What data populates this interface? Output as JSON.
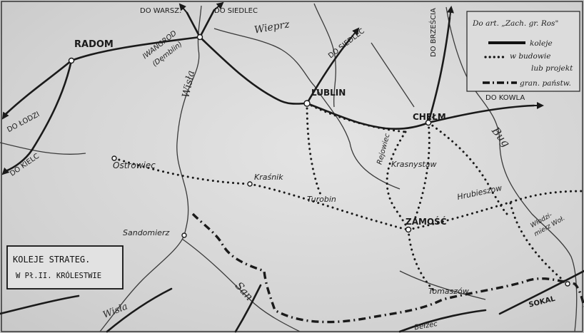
{
  "map": {
    "legend": {
      "title": "Do art. „Zach. gr. Ros\"",
      "railways": "koleje",
      "under_construction_1": "w budowie",
      "under_construction_2": "lub projekt",
      "border": "gran. państw."
    },
    "title_box": {
      "line1": "KOLEJE STRATEG.",
      "line2": "W Pł.II. KRÓLESTWIE"
    },
    "cities": {
      "radom": "RADOM",
      "lublin": "LUBLIN",
      "chelm": "CHEŁM",
      "zamosc": "ZAMOŚĆ",
      "ivangorod_1": "IWANGROD",
      "ivangorod_2": "(Dęmblin)",
      "ostrowiec": "Ostrowiec",
      "krasnik": "Kraśnik",
      "turobin": "Turobin",
      "krasnystaw": "Krasnystaw",
      "rejowiec": "Rejowiec",
      "hrubieszow": "Hrubieszow",
      "sandomierz": "Sandomierz",
      "tomaszow": "Tomaszów",
      "belzec": "Bełżec",
      "sokal": "SOKAL",
      "wlodzimierz_1": "Włodzi-",
      "wlodzimierz_2": "mierz Woł."
    },
    "directions": {
      "warsaw": "DO WARSZ.",
      "siedlce_1": "DO SIEDLEC",
      "siedlce_2": "DO SIEDLEC",
      "brzesc": "DO BRZEŚCIA",
      "kowel": "DO KOWLA",
      "lodz": "DO ŁODZI",
      "kielce": "DO KIELC"
    },
    "rivers": {
      "wieprz": "Wieprz",
      "wisla_1": "Wisła",
      "wisla_2": "Wisła",
      "san": "San",
      "bug": "Bug"
    }
  }
}
